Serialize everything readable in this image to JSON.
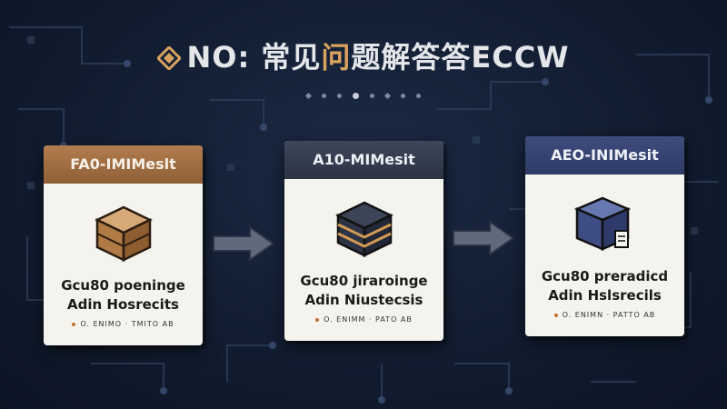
{
  "title": {
    "prefix": "NO: 常见",
    "highlight": "问",
    "suffix": "题解答答ECCW"
  },
  "colors": {
    "background": "#121d31",
    "accent_gold": "#d9a25d",
    "card1_header": "#9f6d42",
    "card2_header": "#353d4f",
    "card3_header": "#344272",
    "card_body": "#f4f3ee"
  },
  "cards": [
    {
      "header": "FA0-IMIMeslt",
      "icon": "stacked-cube-icon",
      "line1": "Gcu80 poeninge",
      "line2": "Adin Hosrecits",
      "line3": "O. ENIMO · TMITO AB"
    },
    {
      "header": "A10-MIMesit",
      "icon": "layered-box-icon",
      "line1": "Gcu80 jiraroinge",
      "line2": "Adin Niustecsis",
      "line3": "O. ENIMM · PATO AB"
    },
    {
      "header": "AEO-INIMesit",
      "icon": "cube-document-icon",
      "line1": "Gcu80 preradicd",
      "line2": "Adin Hslsrecils",
      "line3": "O. ENIMN · PATTO AB"
    }
  ]
}
